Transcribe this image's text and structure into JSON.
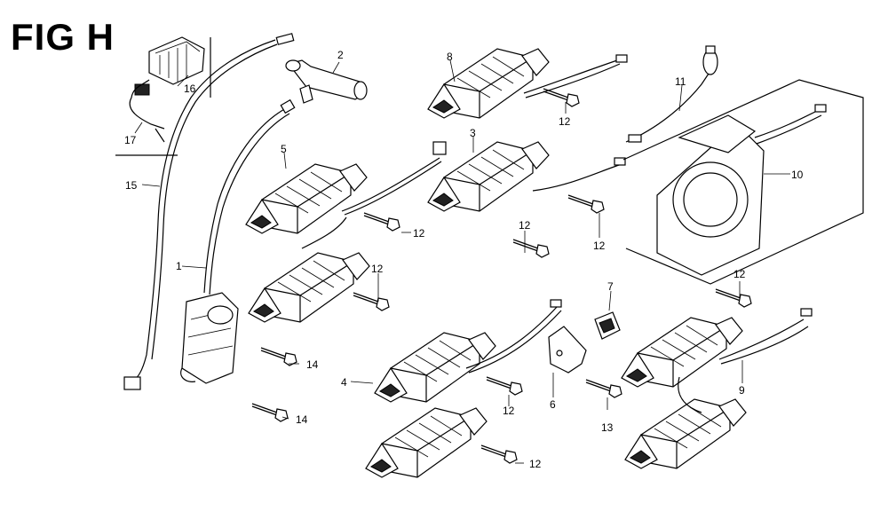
{
  "figure": {
    "title": "FIG H"
  },
  "callouts": {
    "c1": "1",
    "c2": "2",
    "c3": "3",
    "c4": "4",
    "c5": "5",
    "c6": "6",
    "c7": "7",
    "c8": "8",
    "c9": "9",
    "c10": "10",
    "c11": "11",
    "c12": "12",
    "c13": "13",
    "c14": "14",
    "c15": "15",
    "c16": "16",
    "c17": "17"
  }
}
